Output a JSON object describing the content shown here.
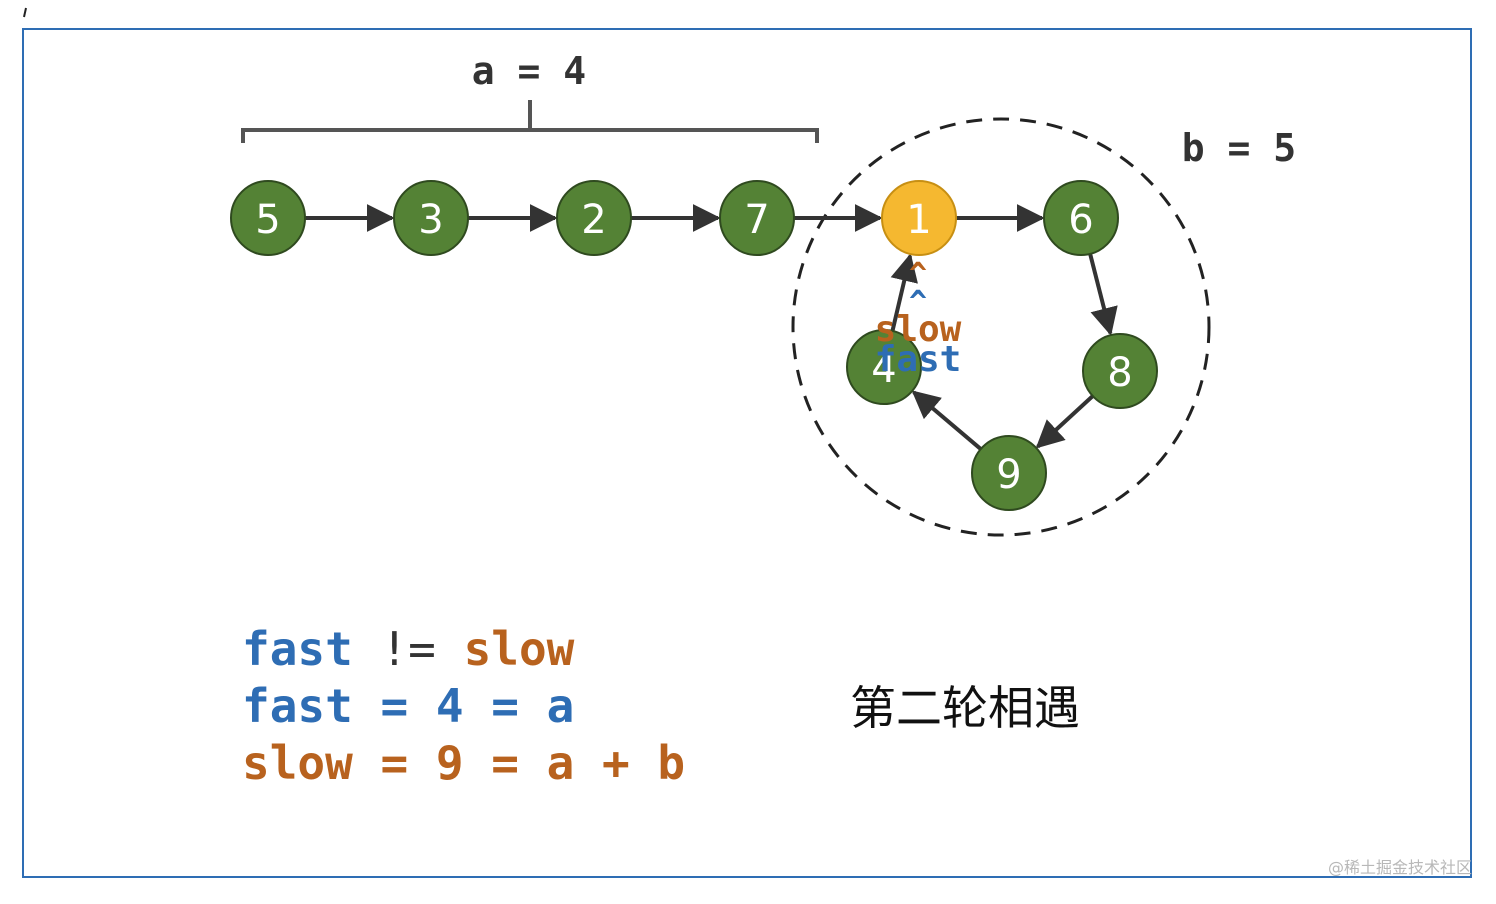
{
  "colors": {
    "node_fill": "#548235",
    "node_stroke": "#2f4a1f",
    "highlight_fill": "#f5b830",
    "fast_color": "#2e6db4",
    "slow_color": "#b8621e",
    "label_color": "#333333",
    "frame_color": "#2e6db4"
  },
  "labels": {
    "a_label": "a = 4",
    "b_label": "b = 5",
    "caret": "^",
    "slow_pointer": "slow",
    "fast_pointer": "fast"
  },
  "chain_nodes": [
    "5",
    "3",
    "2",
    "7"
  ],
  "cycle_nodes": [
    "1",
    "6",
    "8",
    "9",
    "4"
  ],
  "meeting_node": "1",
  "code": {
    "line1": {
      "fast": "fast",
      "op": " != ",
      "slow": "slow"
    },
    "line2": {
      "fast": "fast",
      "rest": " = 4 = a"
    },
    "line3": {
      "slow": "slow",
      "rest": " = 9 = a + b"
    }
  },
  "caption": "第二轮相遇",
  "watermark": "@稀土掘金技术社区"
}
